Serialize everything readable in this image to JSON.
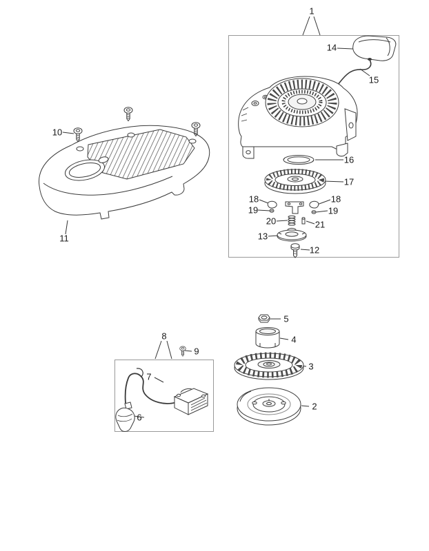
{
  "callouts": {
    "p1": "1",
    "p2": "2",
    "p3": "3",
    "p4": "4",
    "p5": "5",
    "p6": "6",
    "p7": "7",
    "p8": "8",
    "p9": "9",
    "p10": "10",
    "p11": "11",
    "p12": "12",
    "p13": "13",
    "p14": "14",
    "p15": "15",
    "p16": "16",
    "p17": "17",
    "p18a": "18",
    "p18b": "18",
    "p19a": "19",
    "p19b": "19",
    "p20": "20",
    "p21": "21"
  },
  "colors": {
    "ink": "#1a1a1a",
    "line": "#3a3a3a",
    "frame": "#999999",
    "background": "#ffffff"
  }
}
